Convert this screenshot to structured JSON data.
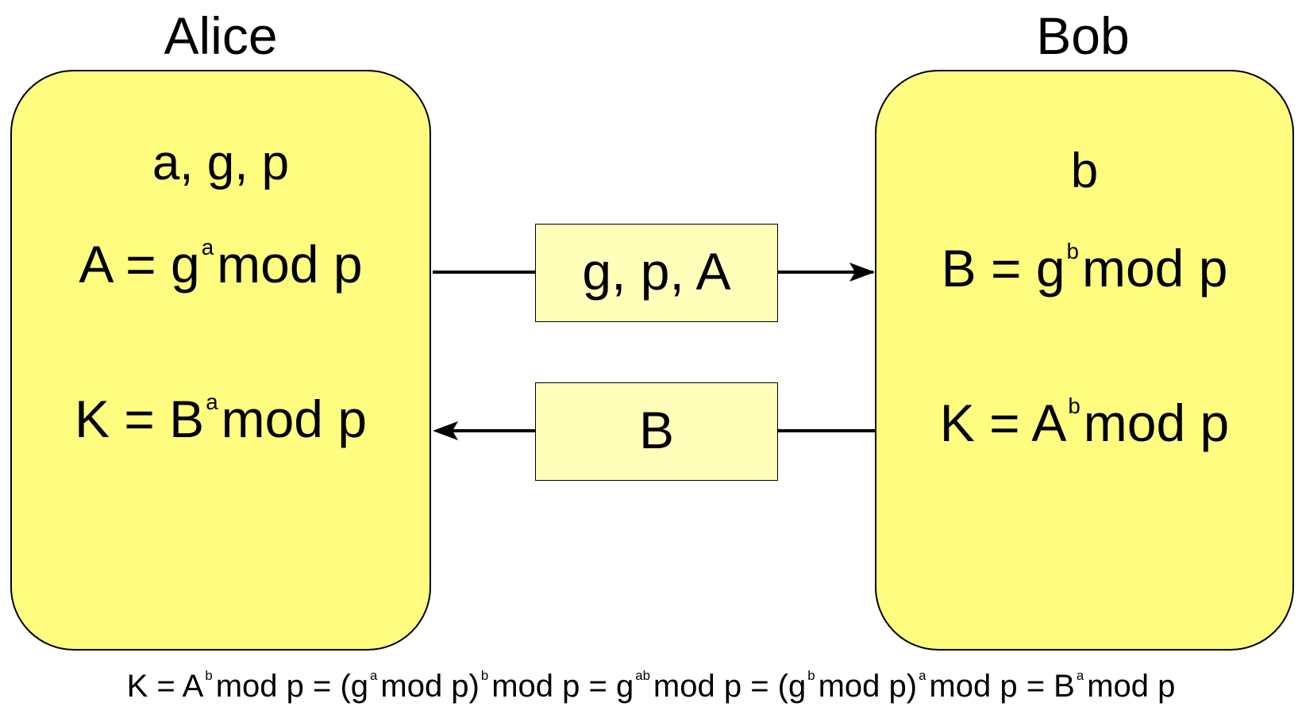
{
  "alice": {
    "name": "Alice",
    "vars": "a, g, p",
    "formula1": {
      "lhs": "A = g",
      "exp": "a",
      "rhs": "mod p"
    },
    "formula2": {
      "lhs": "K = B",
      "exp": "a",
      "rhs": "mod p"
    }
  },
  "bob": {
    "name": "Bob",
    "vars": "b",
    "formula1": {
      "lhs": "B = g",
      "exp": "b",
      "rhs": "mod p"
    },
    "formula2": {
      "lhs": "K = A",
      "exp": "b",
      "rhs": "mod p"
    }
  },
  "messages": {
    "to_bob": "g, p, A",
    "to_alice": "B"
  },
  "footer": {
    "t1": "K = A",
    "e1": "b",
    "t2": "mod p = (g",
    "e2": "a",
    "t3": "mod p)",
    "e3": "b",
    "t4": "mod p = g",
    "e4": "ab",
    "t5": "mod p = (g",
    "e5": "b",
    "t6": "mod p)",
    "e6": "a",
    "t7": "mod p = B",
    "e7": "a",
    "t8": "mod p"
  },
  "colors": {
    "party_fill": "#fffd7f",
    "message_fill": "#ffffba",
    "stroke": "#000000"
  }
}
